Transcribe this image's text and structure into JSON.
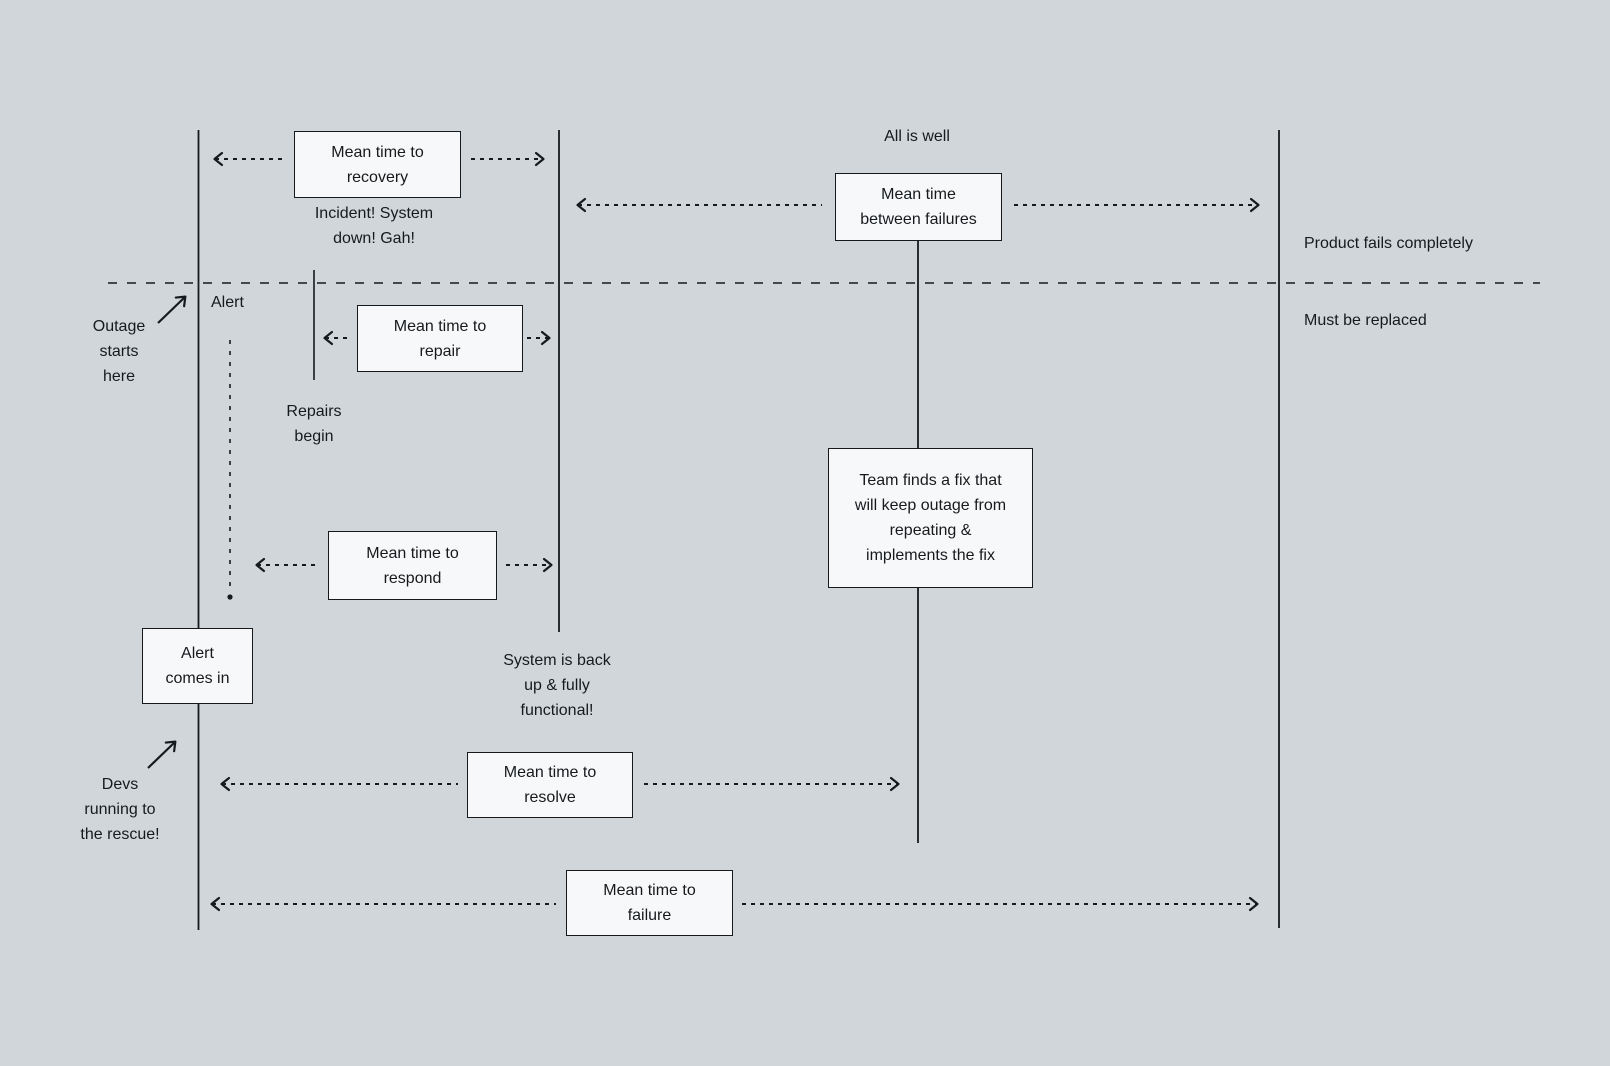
{
  "colors": {
    "background": "#d1d6da",
    "box_fill": "#f7f8f9",
    "line_and_text": "#171a1d"
  },
  "boxes": {
    "recovery": "Mean time to\nrecovery",
    "between_failures": "Mean time\nbetween failures",
    "repair": "Mean time to\nrepair",
    "respond": "Mean time to\nrespond",
    "resolve": "Mean time to\nresolve",
    "failure": "Mean time to\nfailure",
    "alert_comes_in": "Alert\ncomes in",
    "team_fix": "Team finds a fix that\nwill keep outage from\nrepeating &\nimplements the fix"
  },
  "annotations": {
    "all_is_well": "All is well",
    "incident": "Incident! System\ndown! Gah!",
    "product_fails": "Product fails completely",
    "must_be_replaced": "Must be replaced",
    "outage_starts": "Outage\nstarts\nhere",
    "alert": "Alert",
    "repairs_begin": "Repairs\nbegin",
    "system_back": "System is back\nup & fully\nfunctional!",
    "devs_rescue": "Devs\nrunning to\nthe rescue!"
  }
}
